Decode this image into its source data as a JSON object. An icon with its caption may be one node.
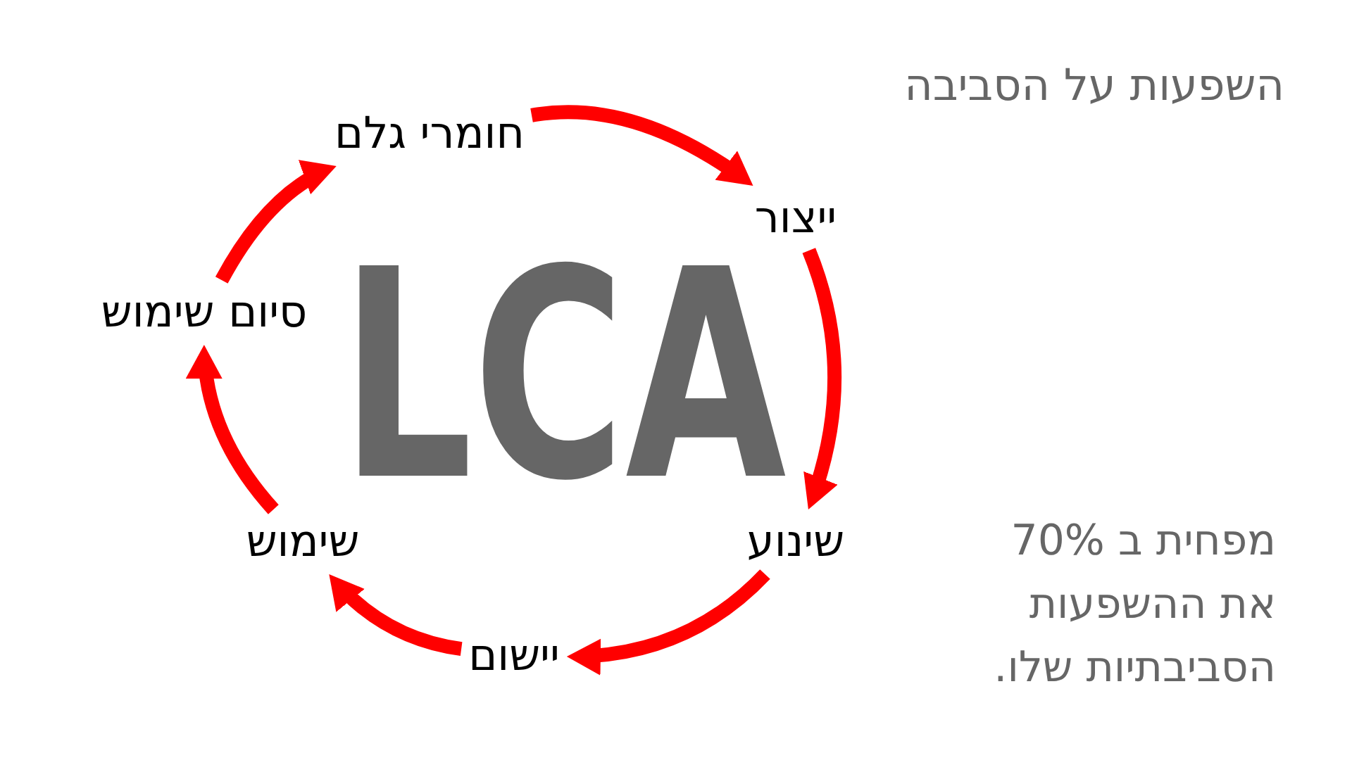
{
  "diagram": {
    "title": "השפעות על הסביבה",
    "nodes": [
      {
        "text": [
          "חומרי גלם"
        ]
      },
      {
        "text": [
          "ייצור"
        ]
      },
      {
        "text": [
          "שינוע"
        ]
      },
      {
        "text": [
          "יישום"
        ]
      },
      {
        "text": [
          "שימוש"
        ]
      },
      {
        "text": [
          "סיום שימוש"
        ]
      }
    ],
    "edges": [
      {
        "from": 0,
        "to": 1,
        "arrow": "to"
      },
      {
        "from": 1,
        "to": 2,
        "arrow": "to"
      },
      {
        "from": 2,
        "to": 3,
        "arrow": "to"
      },
      {
        "from": 3,
        "to": 4,
        "arrow": "to"
      },
      {
        "from": 4,
        "to": 5,
        "arrow": "to"
      },
      {
        "from": 5,
        "to": 0,
        "arrow": "to"
      }
    ],
    "labels": [
      "LCA",
      "מפחית ב 70% את ההשפעות הסביבתיות שלו."
    ]
  }
}
